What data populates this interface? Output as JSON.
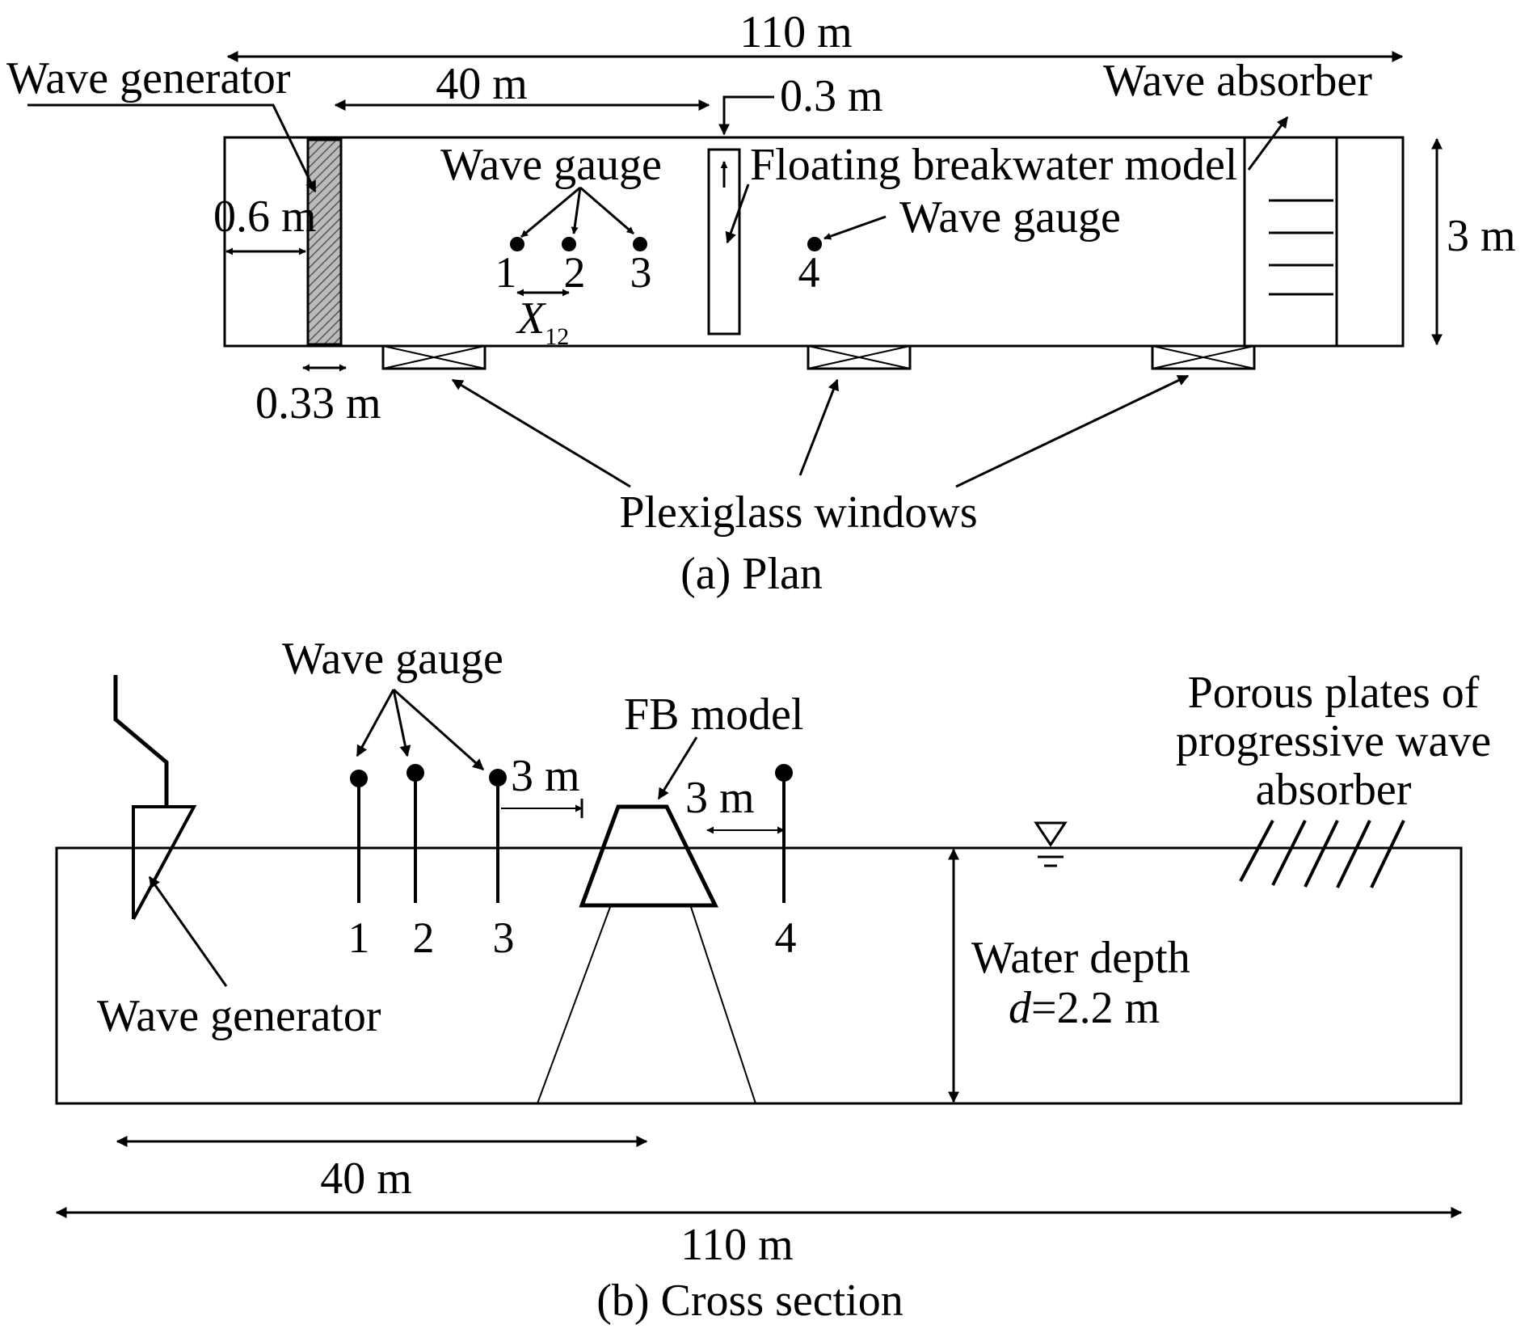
{
  "plan": {
    "caption": "(a) Plan",
    "total_length": "110 m",
    "generator_distance": "40 m",
    "model_width": "0.3 m",
    "wave_generator": "Wave generator",
    "wave_absorber": "Wave absorber",
    "wave_gauge_group": "Wave gauge",
    "floating_breakwater": "Floating breakwater model",
    "wave_gauge_single": "Wave gauge",
    "gap_generator": "0.6 m",
    "flume_width": "3 m",
    "paddle_thickness": "0.33 m",
    "windows": "Plexiglass windows",
    "gauges": [
      "1",
      "2",
      "3",
      "4"
    ],
    "spacing_symbol": "X",
    "spacing_subscript": "12"
  },
  "section": {
    "caption": "(b) Cross section",
    "wave_gauge": "Wave gauge",
    "fb_model": "FB model",
    "dist_front": "3 m",
    "dist_back": "3 m",
    "absorber_line1": "Porous plates of",
    "absorber_line2": "progressive wave",
    "absorber_line3": "absorber",
    "gauges": [
      "1",
      "2",
      "3",
      "4"
    ],
    "wave_generator": "Wave generator",
    "water_depth_label": "Water depth",
    "depth_symbol": "d",
    "depth_value": "=2.2 m",
    "generator_distance": "40 m",
    "total_length": "110 m"
  }
}
